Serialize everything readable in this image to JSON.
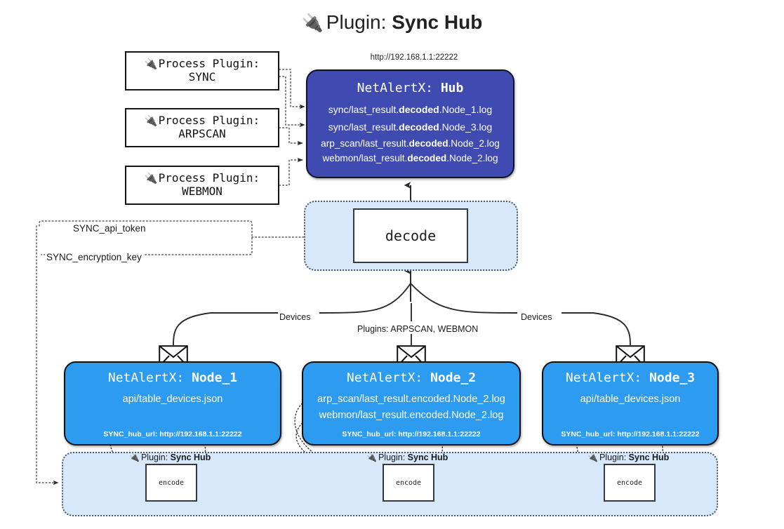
{
  "title": {
    "icon": "plug-icon",
    "prefix": "Plugin:",
    "name": "Sync Hub"
  },
  "hub": {
    "url": "http://192.168.1.1:22222",
    "app": "NetAlertX:",
    "name": "Hub",
    "logs": [
      {
        "pre": "sync/last_result.",
        "mid": "decoded",
        "post": ".Node_1.log"
      },
      {
        "pre": "sync/last_result.",
        "mid": "decoded",
        "post": ".Node_3.log"
      },
      {
        "pre": "arp_scan/last_result.",
        "mid": "decoded",
        "post": ".Node_2.log"
      },
      {
        "pre": "webmon/last_result.",
        "mid": "decoded",
        "post": ".Node_2.log"
      }
    ]
  },
  "process_plugins": [
    {
      "icon": "plug-icon",
      "line1": "Process Plugin:",
      "line2": "SYNC"
    },
    {
      "icon": "plug-icon",
      "line1": "Process Plugin:",
      "line2": "ARPSCAN"
    },
    {
      "icon": "plug-icon",
      "line1": "Process Plugin:",
      "line2": "WEBMON"
    }
  ],
  "decode": {
    "label": "decode"
  },
  "settings_labels": {
    "api_token": "SYNC_api_token",
    "encryption_key": "SYNC_encryption_key"
  },
  "edge_labels": {
    "devices_left": "Devices",
    "devices_right": "Devices",
    "plugins_mid": "Plugins: ARPSCAN, WEBMON"
  },
  "nodes": [
    {
      "app": "NetAlertX:",
      "name": "Node_1",
      "lines": [
        "api/table_devices.json"
      ],
      "footer": "SYNC_hub_url: http://192.168.1.1:22222",
      "envelope_icon": "envelope-icon"
    },
    {
      "app": "NetAlertX:",
      "name": "Node_2",
      "lines": [
        "arp_scan/last_result.encoded.Node_2.log",
        "webmon/last_result.encoded.Node_2.log"
      ],
      "footer": "SYNC_hub_url: http://192.168.1.1:22222",
      "envelope_icon": "envelope-icon"
    },
    {
      "app": "NetAlertX:",
      "name": "Node_3",
      "lines": [
        "api/table_devices.json"
      ],
      "footer": "SYNC_hub_url: http://192.168.1.1:22222",
      "envelope_icon": "envelope-icon"
    }
  ],
  "encoders": [
    {
      "icon": "plug-icon",
      "prefix": "Plugin:",
      "plugin": "Sync Hub",
      "label": "encode"
    },
    {
      "icon": "plug-icon",
      "prefix": "Plugin:",
      "plugin": "Sync Hub",
      "label": "encode"
    },
    {
      "icon": "plug-icon",
      "prefix": "Plugin:",
      "plugin": "Sync Hub",
      "label": "encode"
    }
  ],
  "colors": {
    "hub_fill": "#3F4BB0",
    "node_fill": "#2D9BF0",
    "container_fill": "#D6E8FA",
    "stroke": "#1a1a1a",
    "white": "#ffffff"
  }
}
